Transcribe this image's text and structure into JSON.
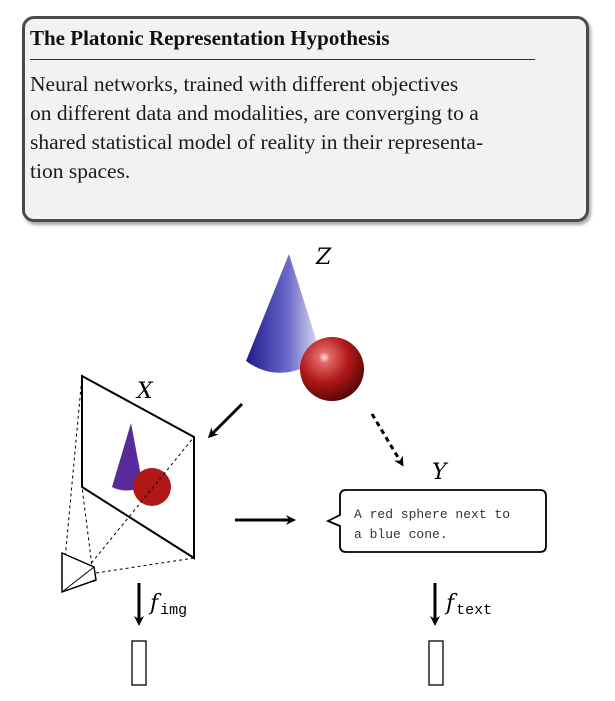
{
  "header": {
    "title": "The Platonic Representation Hypothesis",
    "body_lines": [
      "Neural networks, trained with different objectives",
      "on different data and modalities, are converging to a",
      "shared statistical model of reality in their representa-",
      "tion spaces."
    ]
  },
  "diagram": {
    "z_label": "Z",
    "x_label": "X",
    "y_label": "Y",
    "caption_lines": [
      "A red sphere next to",
      "a blue cone."
    ],
    "f_img": {
      "base": "f",
      "sub": "img"
    },
    "f_text": {
      "base": "f",
      "sub": "text"
    },
    "colors": {
      "cone": "#3a2aa8",
      "sphere": "#b01818",
      "image_cone": "#5a2a9a"
    }
  }
}
